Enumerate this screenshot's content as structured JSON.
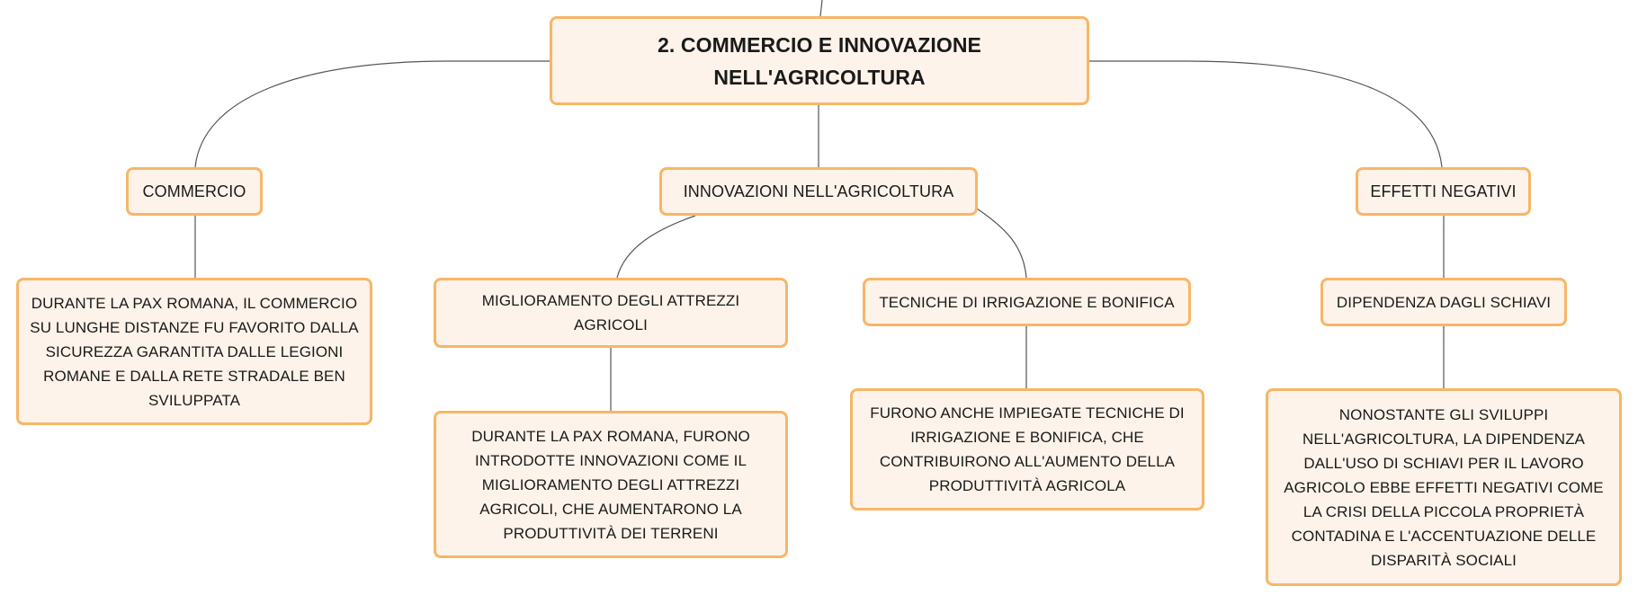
{
  "root": {
    "title": "2. COMMERCIO E INNOVAZIONE NELL'AGRICOLTURA"
  },
  "branches": {
    "commercio": {
      "label": "COMMERCIO",
      "detail": "DURANTE LA PAX ROMANA, IL COMMERCIO SU LUNGHE DISTANZE FU FAVORITO DALLA SICUREZZA GARANTITA DALLE LEGIONI ROMANE E DALLA RETE STRADALE BEN SVILUPPATA"
    },
    "innovazioni": {
      "label": "INNOVAZIONI NELL'AGRICOLTURA",
      "attrezzi": {
        "label": "MIGLIORAMENTO DEGLI ATTREZZI AGRICOLI",
        "detail": "DURANTE LA PAX ROMANA, FURONO INTRODOTTE INNOVAZIONI COME IL MIGLIORAMENTO DEGLI ATTREZZI AGRICOLI, CHE AUMENTARONO LA PRODUTTIVITÀ DEI TERRENI"
      },
      "irrigazione": {
        "label": "TECNICHE DI IRRIGAZIONE E BONIFICA",
        "detail": "FURONO ANCHE IMPIEGATE TECNICHE DI IRRIGAZIONE E BONIFICA, CHE CONTRIBUIRONO ALL'AUMENTO DELLA PRODUTTIVITÀ AGRICOLA"
      }
    },
    "effetti": {
      "label": "EFFETTI NEGATIVI",
      "schiavi": {
        "label": "DIPENDENZA DAGLI SCHIAVI",
        "detail": "NONOSTANTE GLI SVILUPPI NELL'AGRICOLTURA, LA DIPENDENZA DALL'USO DI SCHIAVI PER IL LAVORO AGRICOLO EBBE EFFETTI NEGATIVI COME LA CRISI DELLA PICCOLA PROPRIETÀ CONTADINA E L'ACCENTUAZIONE DELLE DISPARITÀ SOCIALI"
      }
    }
  },
  "colors": {
    "node_fill": "#fdf3ea",
    "node_border": "#f7b667",
    "connector": "#555555"
  }
}
